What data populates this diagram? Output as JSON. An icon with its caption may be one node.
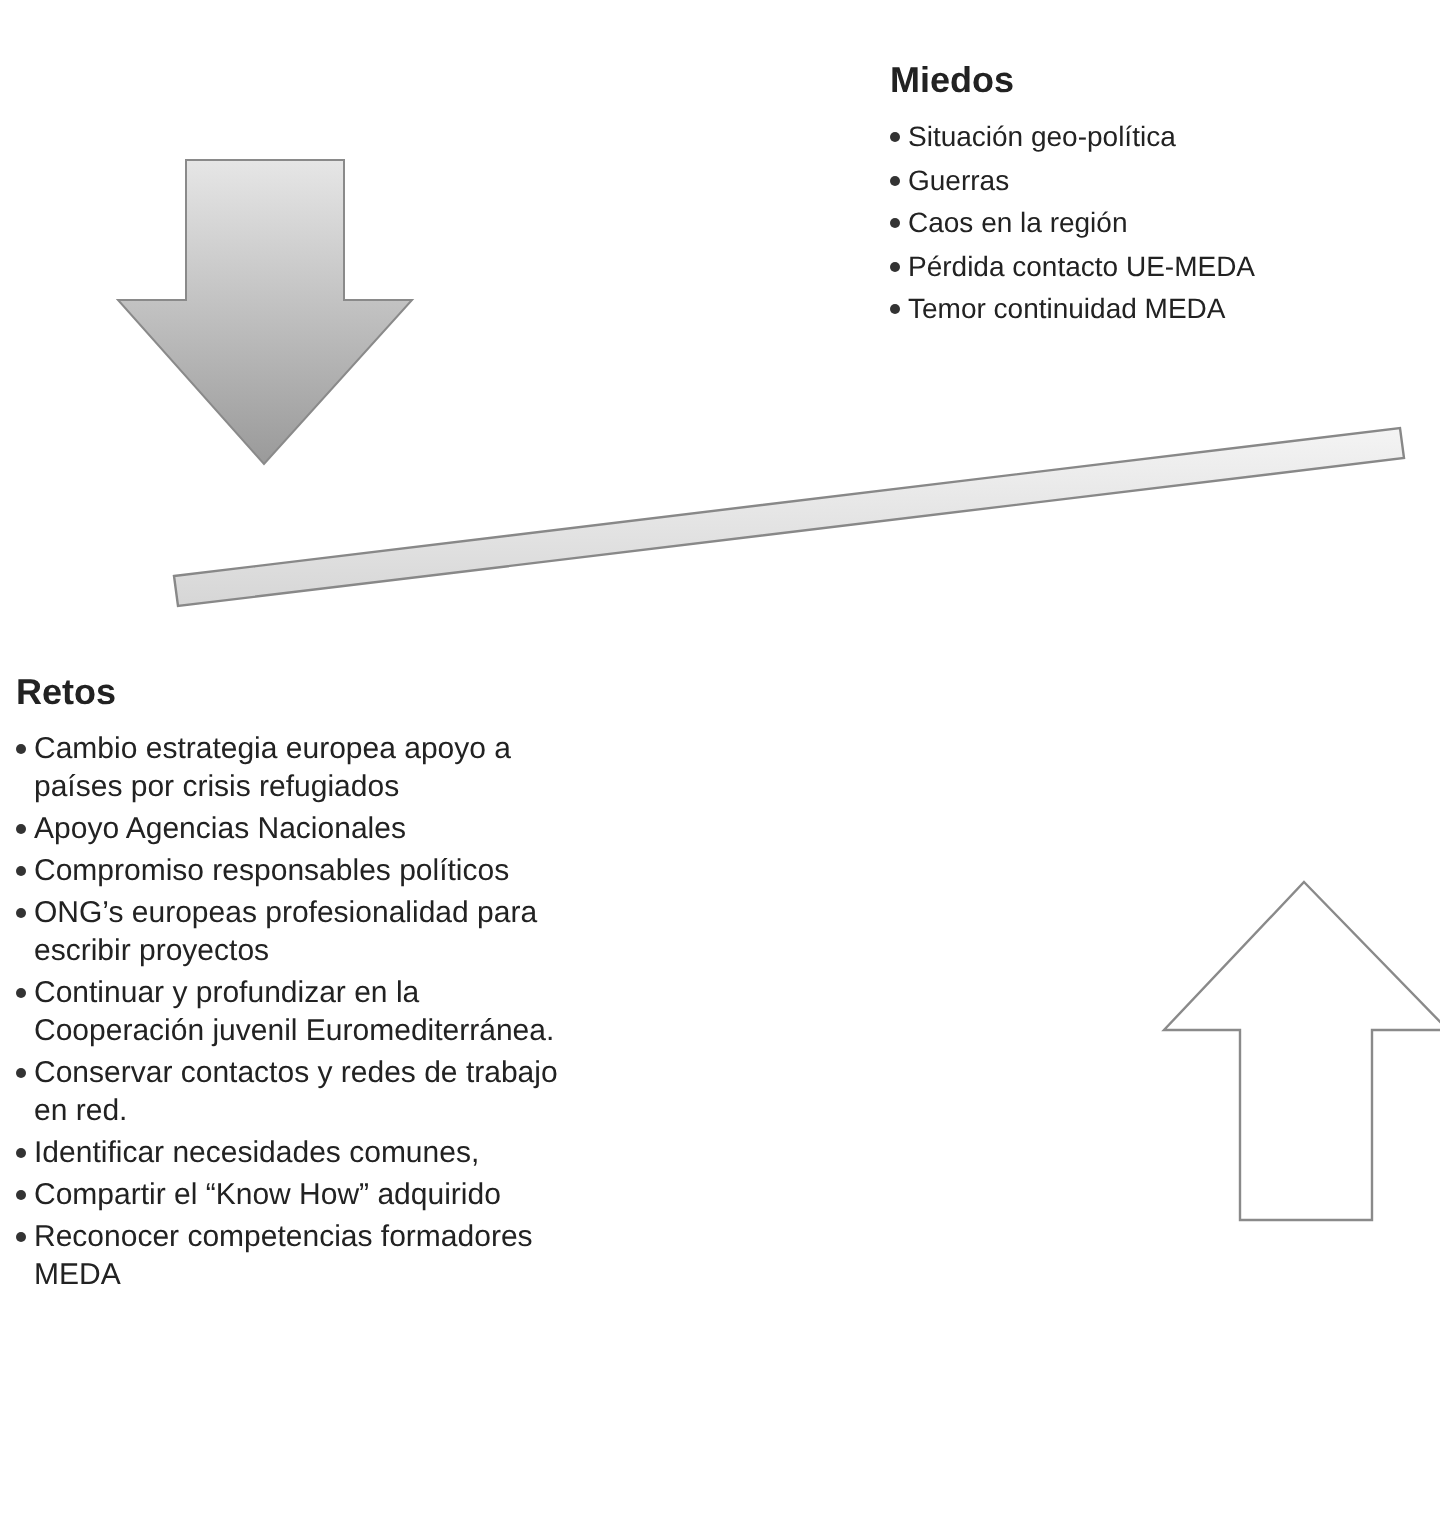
{
  "diagram": {
    "labels": [
      "Miedos",
      "Situación geo-política",
      "Guerras",
      "Caos en la región",
      "Pérdida contacto UE-MEDA",
      "Temor continuidad MEDA",
      "Retos",
      "Cambio estrategia europea apoyo a países por crisis refugiados",
      "Apoyo Agencias Nacionales",
      "Compromiso responsables políticos",
      "ONG’s europeas profesionalidad para escribir proyectos",
      "Continuar y profundizar en la Cooperación juvenil Euromediterránea.",
      "Conservar contactos y redes de trabajo en red.",
      "Identificar necesidades comunes,",
      "Compartir el “Know How” adquirido",
      "Reconocer competencias formadores MEDA"
    ]
  }
}
